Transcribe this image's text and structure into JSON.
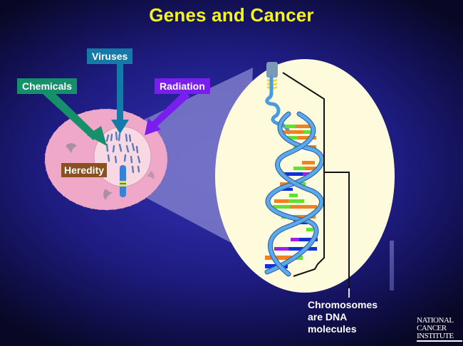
{
  "title": "Genes and Cancer",
  "causes": {
    "viruses": {
      "label": "Viruses",
      "color": "#157aa8"
    },
    "chemicals": {
      "label": "Chemicals",
      "color": "#15906a"
    },
    "radiation": {
      "label": "Radiation",
      "color": "#7a1ef0"
    },
    "heredity": {
      "label": "Heredity",
      "color": "#8a5020"
    }
  },
  "caption": {
    "line1": "Chromosomes",
    "line2": "are DNA",
    "line3": "molecules"
  },
  "logo": {
    "line1": "NATIONAL",
    "line2": "CANCER",
    "line3": "INSTITUTE"
  },
  "colors": {
    "title": "#f5f519",
    "cell": "#f0a8c8",
    "nucleus": "#f5d0dc",
    "zoom_ellipse": "#fdfbdc",
    "dna_backbone": "#4a9be0",
    "base_orange": "#f08020",
    "base_green": "#60e030",
    "base_blue": "#1030e0",
    "base_purple": "#a020e0"
  }
}
